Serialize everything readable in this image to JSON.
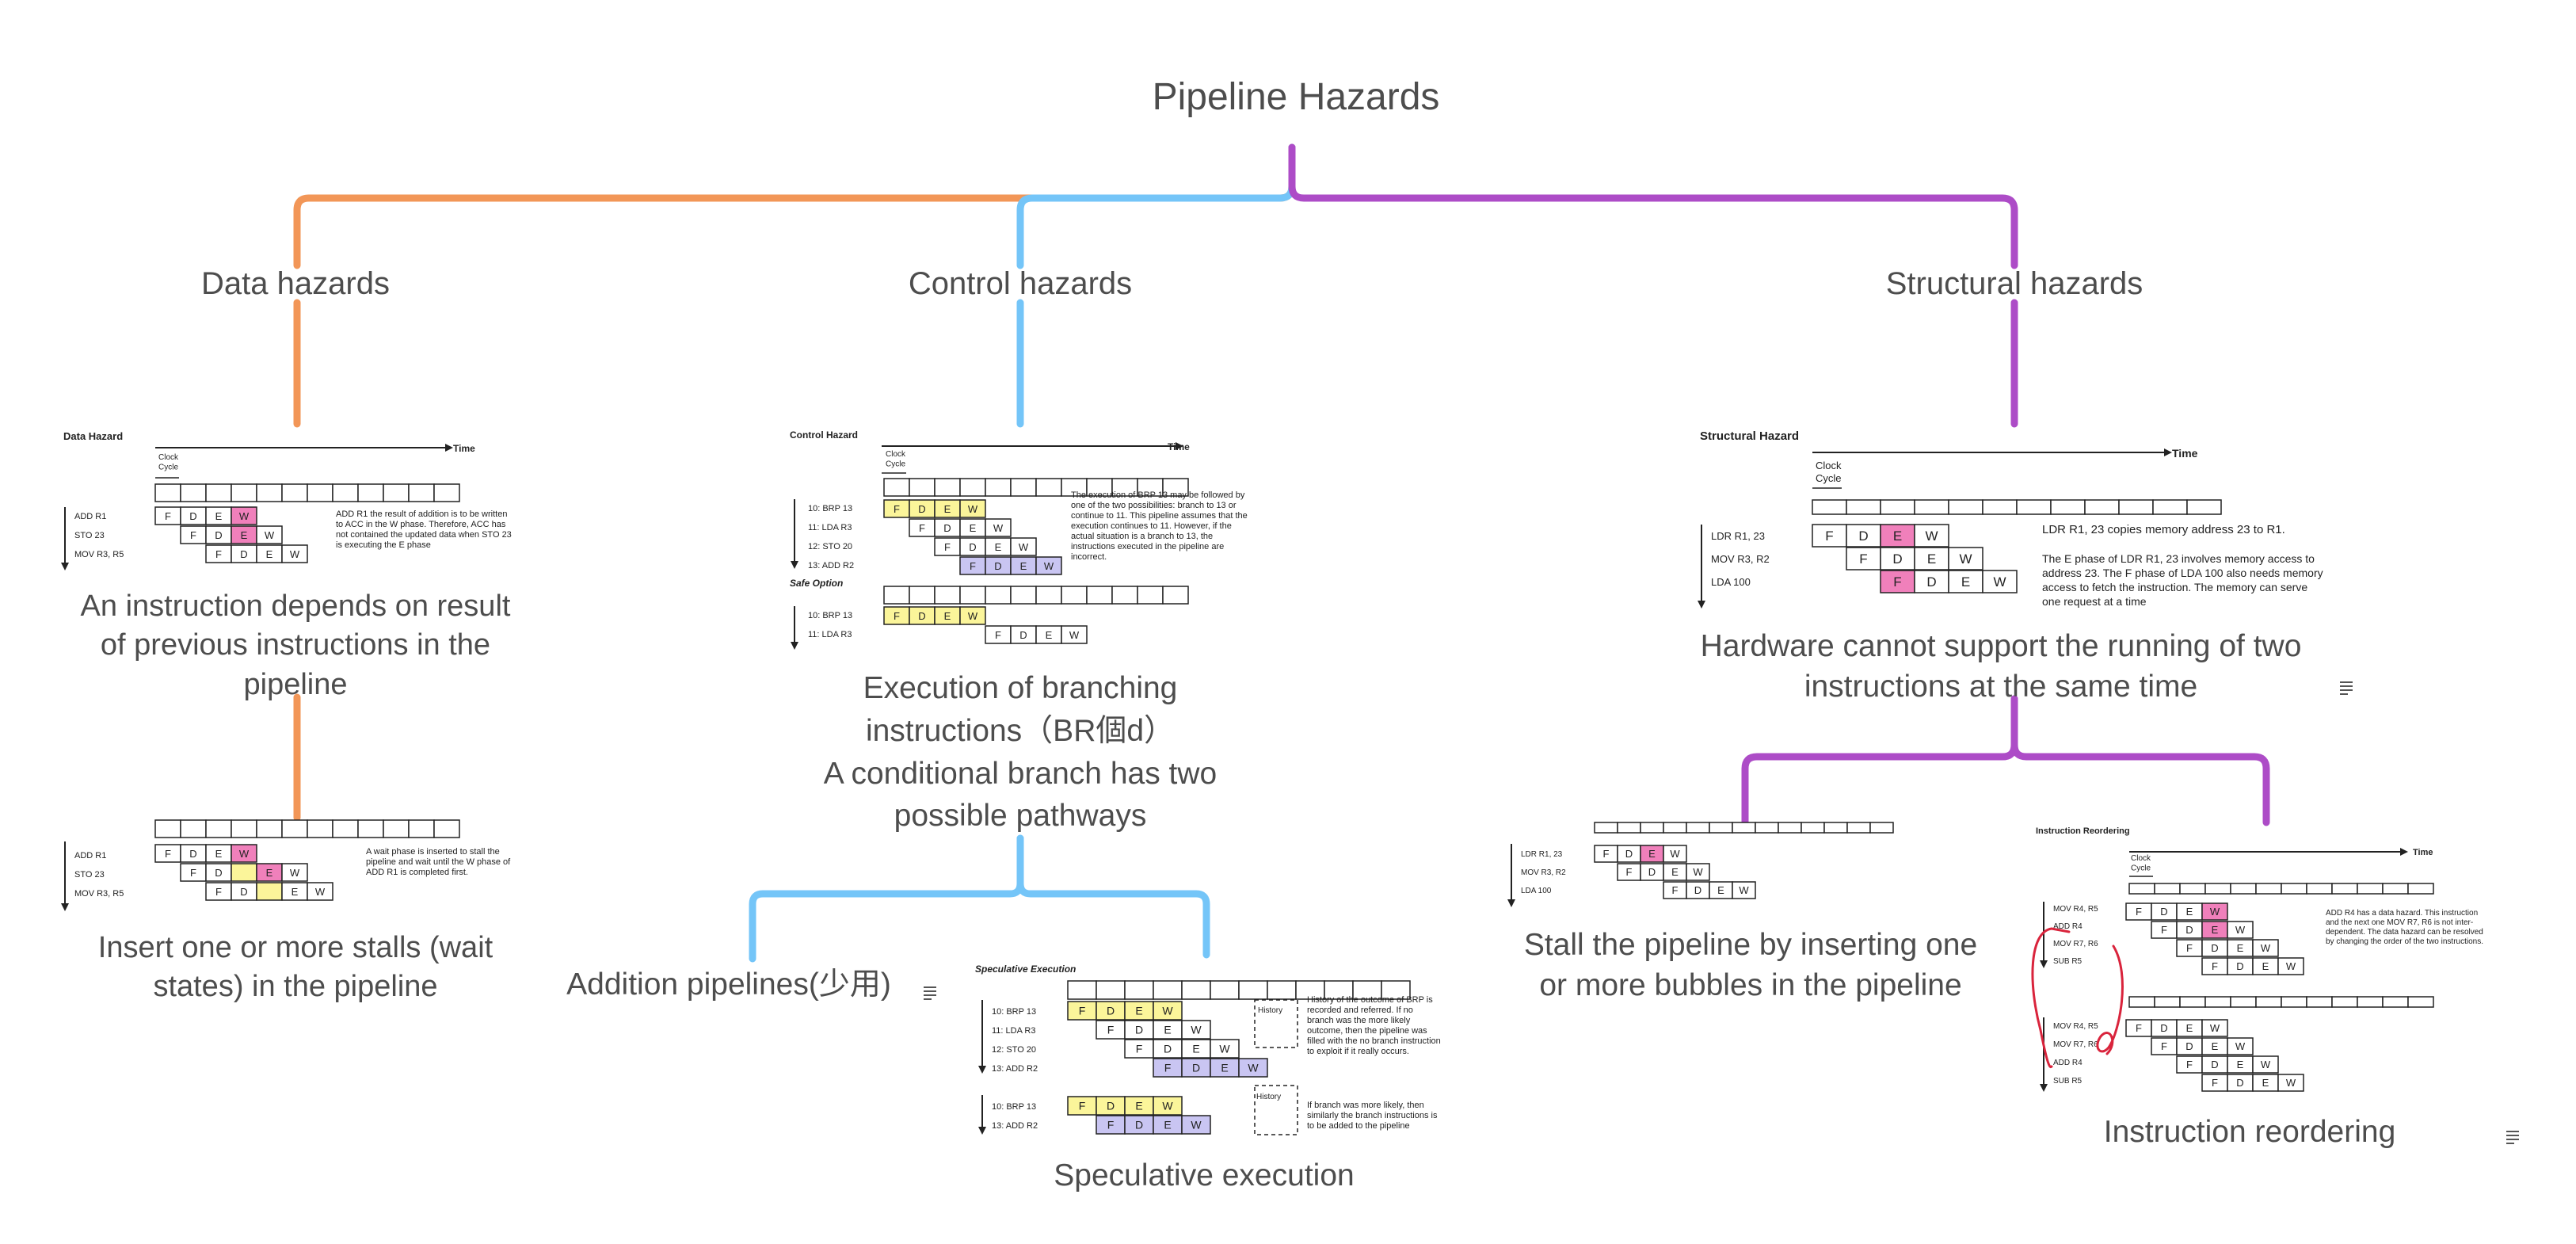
{
  "title": "Pipeline Hazards",
  "colors": {
    "data": "#f29657",
    "control": "#74c5f8",
    "structural": "#ad4cc7",
    "hl_pink": "#f080bb",
    "hl_yellow": "#fbf59a",
    "hl_purple": "#c9c5f2",
    "note": "#d9243c"
  },
  "branches": {
    "data": {
      "label": "Data hazards",
      "node1_text": "An instruction depends on result\nof previous instructions in the\npipeline",
      "node2_text": "Insert one or more stalls (wait\nstates) in the pipeline",
      "fig1": {
        "title": "Data Hazard",
        "time": "Time",
        "clock": "Clock\nCycle",
        "rows": [
          "ADD R1",
          "STO 23",
          "MOV R3, R5"
        ],
        "note": "ADD R1 the result of addition is to be written\nto ACC in the W phase.  Therefore, ACC has\nnot contained the updated data when STO 23\nis executing the E phase"
      },
      "fig2": {
        "rows": [
          "ADD R1",
          "STO 23",
          "MOV R3, R5"
        ],
        "note": "A wait phase is inserted to stall the\npipeline and wait until the W phase of\nADD R1 is completed first."
      }
    },
    "control": {
      "label": "Control hazards",
      "node1_text": "Execution of branching\ninstructions（BR個d）\nA conditional branch has two\npossible pathways",
      "fig1": {
        "title": "Control Hazard",
        "time": "Time",
        "clock": "Clock\nCycle",
        "rows": [
          "10: BRP 13",
          "11: LDA R3",
          "12: STO 20",
          "13: ADD R2"
        ],
        "note": "The execution of BRP 13 may be followed by\none of the two possibilities: branch to 13 or\ncontinue to 11.  This pipeline assumes that the\nexecution continues to 11.  However, if the\nactual situation is a branch to 13, the\ninstructions executed in the pipeline are\nincorrect.",
        "safe_label": "Safe Option",
        "safe_rows": [
          "10: BRP 13",
          "11: LDA R3"
        ]
      },
      "sub1": {
        "label": "Addition pipelines(少用)"
      },
      "sub2": {
        "label": "Speculative execution",
        "fig": {
          "title": "Speculative Execution",
          "rows": [
            "10: BRP 13",
            "11: LDA R3",
            "12: STO 20",
            "13: ADD R2"
          ],
          "rows2": [
            "10: BRP 13",
            "13: ADD R2"
          ],
          "history": "History",
          "note1": "History of the outcome of BRP is\nrecorded and referred.  If no\nbranch was the more likely\noutcome, then the pipeline was\nfilled with the no branch instruction\nto exploit if it really occurs.",
          "note2": "If branch was more likely, then\nsimilarly the branch instructions is\nto be added to the pipeline"
        }
      }
    },
    "structural": {
      "label": "Structural hazards",
      "node1_text": "Hardware cannot support the running of two\ninstructions at the same time",
      "fig1": {
        "title": "Structural Hazard",
        "time": "Time",
        "clock": "Clock\nCycle",
        "rows": [
          "LDR R1, 23",
          "MOV R3, R2",
          "LDA 100"
        ],
        "note1": "LDR R1, 23 copies memory address 23 to R1.",
        "note2": "The E phase of LDR R1, 23 involves memory access to\naddress 23.  The F phase of LDA 100 also needs memory\naccess to fetch the instruction.  The memory can serve\none request at a time"
      },
      "sub1": {
        "label": "Stall the pipeline by inserting one\nor more bubbles in the pipeline",
        "fig": {
          "rows": [
            "LDR R1, 23",
            "MOV R3, R2",
            "LDA 100"
          ]
        }
      },
      "sub2": {
        "label": "Instruction reordering",
        "fig": {
          "title": "Instruction  Reordering",
          "time": "Time",
          "clock": "Clock\nCycle",
          "rows": [
            "MOV R4, R5",
            "ADD R4",
            "MOV R7, R6",
            "SUB R5"
          ],
          "rows2": [
            "MOV R4, R5",
            "MOV R7, R6",
            "ADD R4",
            "SUB R5"
          ],
          "note": "ADD R4  has a data hazard.  This instruction\nand the next one MOV R7, R6 is not inter-\ndependent.  The data hazard can be resolved\nby changing the order of the two instructions."
        }
      }
    }
  },
  "stages": [
    "F",
    "D",
    "E",
    "W"
  ]
}
